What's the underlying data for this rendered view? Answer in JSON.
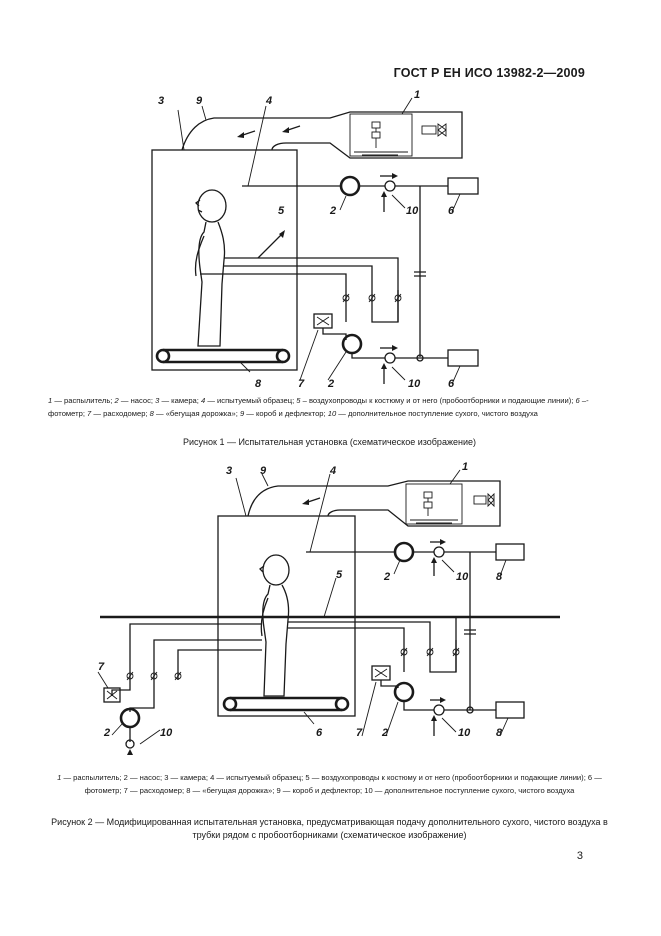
{
  "header": {
    "doc_id": "ГОСТ Р ЕН ИСО 13982-2—2009"
  },
  "figure1": {
    "labels": {
      "n1": "1",
      "n2a": "2",
      "n2b": "2",
      "n3": "3",
      "n4": "4",
      "n5": "5",
      "n6a": "6",
      "n6b": "6",
      "n7": "7",
      "n8": "8",
      "n9": "9",
      "n10a": "10",
      "n10b": "10"
    },
    "legend": [
      {
        "num": "1",
        "text": " — распылитель; "
      },
      {
        "num": "2",
        "text": " — насос; "
      },
      {
        "num": "3",
        "text": " — камера; "
      },
      {
        "num": "4",
        "text": " — испытуемый образец; "
      },
      {
        "num": "5",
        "text": " – воздухопроводы к костюму и от него (пробоотборники и подающие линии); "
      },
      {
        "num": "6",
        "text": " –- фотометр; "
      },
      {
        "num": "7",
        "text": " — расходомер; "
      },
      {
        "num": "8",
        "text": " — «бегущая дорожка»; "
      },
      {
        "num": "9",
        "text": " — короб и дефлектор; "
      },
      {
        "num": "10",
        "text": " — дополнительное поступление сухого, чистого воздуха"
      }
    ],
    "caption": "Рисунок 1 — Испытательная установка (схематическое изображение)"
  },
  "figure2": {
    "labels": {
      "n1": "1",
      "n2a": "2",
      "n2b": "2",
      "n2c": "2",
      "n3": "3",
      "n4": "4",
      "n5": "5",
      "n6": "6",
      "n7a": "7",
      "n7b": "7",
      "n8a": "8",
      "n8b": "8",
      "n9": "9",
      "n10a": "10",
      "n10b": "10",
      "n10c": "10"
    },
    "legend": [
      {
        "num": "1",
        "text": " — распылитель; 2 — насос; 3 — камера; 4 — испытуемый образец; 5 — воздухопроводы к костюму и от него (пробоотборники и подающие линии); 6 — фотометр; 7 — расходомер; 8 — «бегущая дорожка»; 9 — короб и дефлектор; 10 — дополнительное поступление сухого, чистого воздуха"
      }
    ],
    "caption": "Рисунок 2 — Модифицированная испытательная установка, предусматривающая подачу дополнительного сухого, чистого воздуха в трубки рядом с пробоотборниками (схематическое изображение)"
  },
  "footer": {
    "page_number": "3"
  }
}
